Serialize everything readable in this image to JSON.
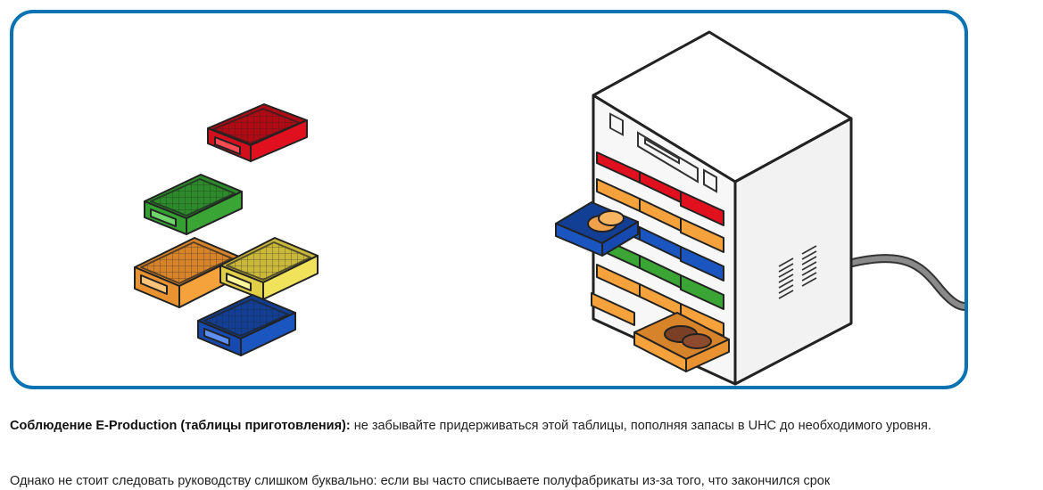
{
  "content": {
    "paragraph_1": {
      "bold_lead": "Соблюдение E-Production (таблицы приготовления):",
      "text": " не забывайте придерживаться этой таблицы, пополняя запасы в UHC до необходимого уровня."
    },
    "paragraph_2": {
      "text": "Однако не стоит следовать руководству слишком буквально: если вы часто списываете полуфабрикаты из-за того, что закончился срок"
    }
  },
  "colors": {
    "frame_border": "#0b72b3",
    "tray_red": "#e0101e",
    "tray_green": "#3aa535",
    "tray_orange": "#f5a13c",
    "tray_yellow": "#f0e25a",
    "tray_blue": "#1a55c0"
  }
}
